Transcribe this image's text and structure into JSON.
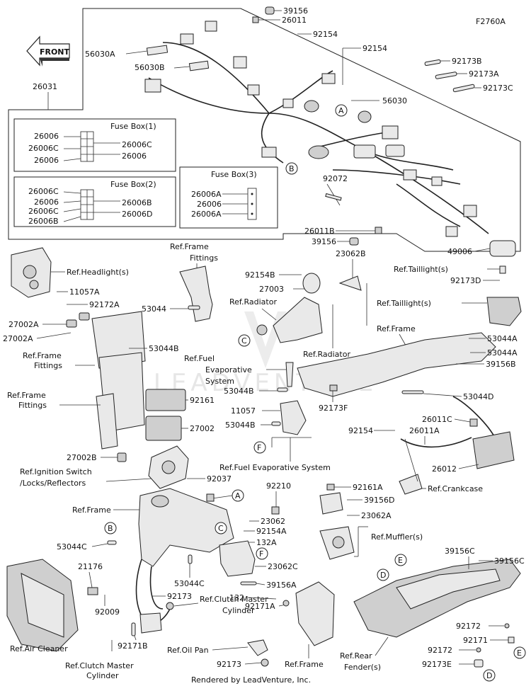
{
  "figure_code": "F2760A",
  "front_label": "FRONT",
  "footer": "Rendered by LeadVenture, Inc.",
  "watermark": "LEADVENTURE",
  "fuse_box_1": {
    "title": "Fuse Box(1)",
    "left": [
      "26006",
      "26006C",
      "26006"
    ],
    "right": [
      "26006C",
      "26006"
    ]
  },
  "fuse_box_2": {
    "title": "Fuse Box(2)",
    "left": [
      "26006C",
      "26006",
      "26006C",
      "26006B"
    ],
    "right": [
      "26006B",
      "26006D"
    ]
  },
  "fuse_box_3": {
    "title": "Fuse Box(3)",
    "left": [
      "26006A",
      "26006",
      "26006A"
    ]
  },
  "callouts": {
    "A": "A",
    "B": "B",
    "C": "C",
    "D": "D",
    "E": "E",
    "F": "F"
  },
  "labels": {
    "l39156_top": "39156",
    "l26011_top": "26011",
    "l92154_a": "92154",
    "l92154_b": "92154",
    "l56030A": "56030A",
    "l56030B": "56030B",
    "l56030": "56030",
    "l26031": "26031",
    "l92173B": "92173B",
    "l92173A": "92173A",
    "l92173C": "92173C",
    "l92072": "92072",
    "l26011B": "26011B",
    "l39156_mid": "39156",
    "l49006": "49006",
    "l23062B": "23062B",
    "l92154B": "92154B",
    "l27003": "27003",
    "ref_radiator_1": "Ref.Radiator",
    "ref_radiator_2": "Ref.Radiator",
    "ref_frame_fittings_top": "Ref.Frame\nFittings",
    "l53044": "53044",
    "ref_headlight": "Ref.Headlight(s)",
    "l11057A": "11057A",
    "l92172A": "92172A",
    "l27002A_1": "27002A",
    "l27002A_2": "27002A",
    "l53044B_1": "53044B",
    "ref_frame_fittings_2": "Ref.Frame\nFittings",
    "ref_frame_fittings_3": "Ref.Frame\nFittings",
    "l92161": "92161",
    "l27002": "27002",
    "l27002B": "27002B",
    "ref_ignition": "Ref.Ignition Switch\n/Locks/Reflectors",
    "l92037": "92037",
    "ref_fuel_evap_1": "Ref.Fuel\nEvaporative\nSystem",
    "l53044B_2": "53044B",
    "l11057": "11057",
    "l53044B_3": "53044B",
    "l92173F": "92173F",
    "ref_fuel_evap_2": "Ref.Fuel Evaporative System",
    "ref_taillight_1": "Ref.Taillight(s)",
    "l92173D": "92173D",
    "ref_taillight_2": "Ref.Taillight(s)",
    "ref_frame_right": "Ref.Frame",
    "l53044A_1": "53044A",
    "l53044A_2": "53044A",
    "l39156B": "39156B",
    "l53044D": "53044D",
    "l26011C": "26011C",
    "l92154_c": "92154",
    "l26011A": "26011A",
    "l26012": "26012",
    "ref_crankcase": "Ref.Crankcase",
    "ref_frame_mid": "Ref.Frame",
    "l92210": "92210",
    "l23062": "23062",
    "l92154A": "92154A",
    "l132A": "132A",
    "l23062C": "23062C",
    "l39156A": "39156A",
    "l53044C_1": "53044C",
    "l53044C_2": "53044C",
    "l21176": "21176",
    "l92009": "92009",
    "l92173": "92173",
    "ref_air_cleaner": "Ref.Air Cleaner",
    "ref_clutch_1": "Ref.Clutch Master\nCylinder",
    "ref_clutch_2": "Ref.Clutch Master\nCylinder",
    "l92171B": "92171B",
    "ref_oil_pan": "Ref.Oil Pan",
    "l92173_b": "92173",
    "ref_frame_bottom": "Ref.Frame",
    "l132": "132",
    "l92171A": "92171A",
    "l92161A": "92161A",
    "l39156D": "39156D",
    "l23062A": "23062A",
    "ref_muffler": "Ref.Muffler(s)",
    "l39156C_1": "39156C",
    "l39156C_2": "39156C",
    "l92172_1": "92172",
    "l92171": "92171",
    "l92172_2": "92172",
    "l92173E": "92173E",
    "ref_rear_fender": "Ref.Rear\nFender(s)"
  }
}
